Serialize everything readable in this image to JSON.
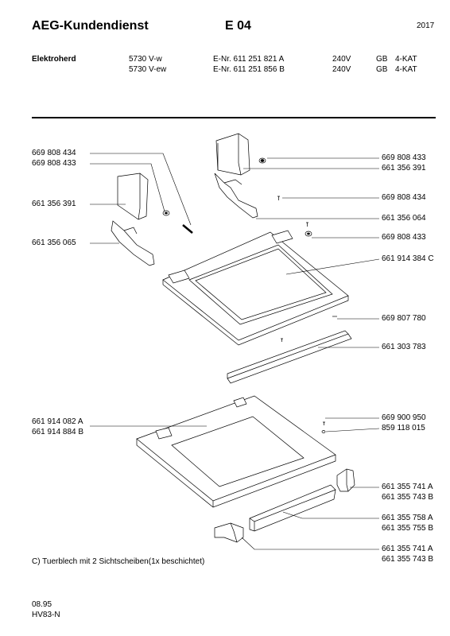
{
  "header": {
    "brand": "AEG-Kundendienst",
    "code": "E 04",
    "year": "2017"
  },
  "product": {
    "category": "Elektroherd",
    "variants": [
      {
        "model": "5730 V-w",
        "enr": "E-Nr. 611 251 821 A",
        "voltage": "240V",
        "country": "GB",
        "kat": "4-KAT"
      },
      {
        "model": "5730 V-ew",
        "enr": "E-Nr. 611 251 856 B",
        "voltage": "240V",
        "country": "GB",
        "kat": "4-KAT"
      }
    ]
  },
  "parts_left": {
    "p1": "669 808 434",
    "p2": "669 808 433",
    "p3": "661 356 391",
    "p4": "661 356 065",
    "p5a": "661 914 082 A",
    "p5b": "661 914 884 B"
  },
  "parts_right": {
    "r1": "669 808 433",
    "r2": "661 356 391",
    "r3": "669 808 434",
    "r4": "661 356 064",
    "r5": "669 808 433",
    "r6": "661 914 384 C",
    "r7": "669 807 780",
    "r8": "661 303 783",
    "r9": "669 900 950",
    "r10": "859 118 015",
    "r11a": "661 355 741 A",
    "r11b": "661 355 743 B",
    "r12a": "661 355 758 A",
    "r12b": "661 355 755 B",
    "r13a": "661 355 741 A",
    "r13b": "661 355 743 B"
  },
  "caption": "C) Tuerblech mit 2 Sichtscheiben(1x beschichtet)",
  "footer": {
    "date": "08.95",
    "ref": "HV83-N"
  }
}
